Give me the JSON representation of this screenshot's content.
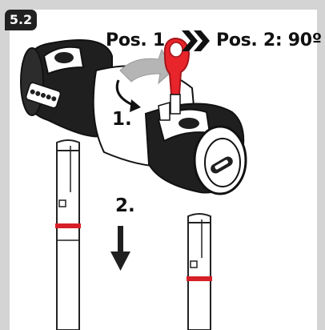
{
  "badge": "5.2",
  "pos_from": "Pos. 1",
  "pos_to": "Pos. 2: 90º",
  "step1": "1.",
  "step2": "2.",
  "colors": {
    "frame": "#d4d4d4",
    "key": "#e8252b",
    "rod_red": "#d61f26",
    "rotation_arrow": "#b5b5b5"
  },
  "icons": [
    "chevron-double-right-icon",
    "rotation-arrow-icon",
    "down-arrow-icon"
  ]
}
